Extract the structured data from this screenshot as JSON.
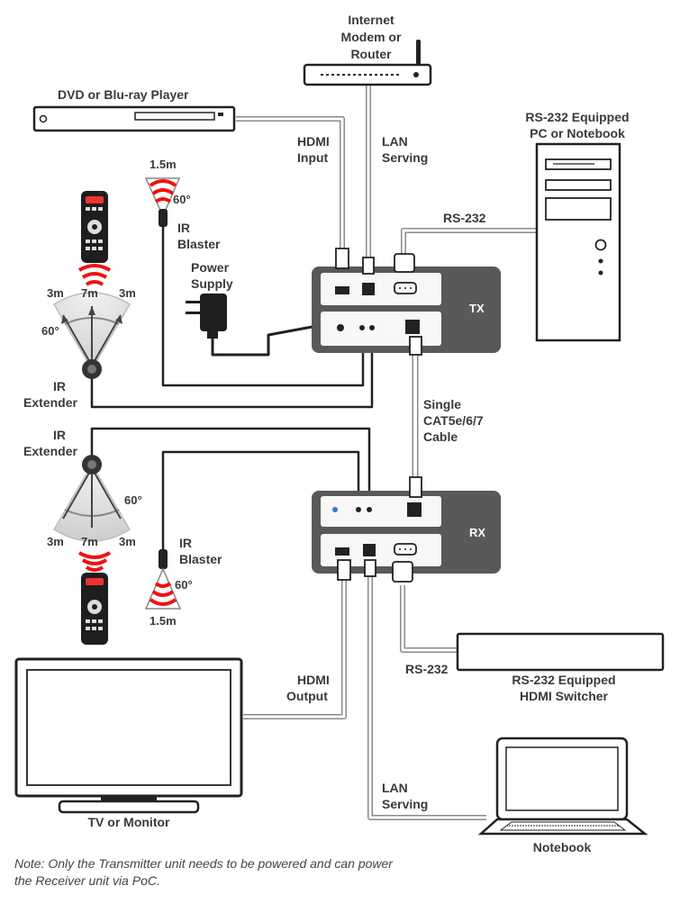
{
  "labels": {
    "modem": [
      "Internet",
      "Modem or",
      "Router"
    ],
    "dvd": "DVD or Blu-ray Player",
    "hdmi_input": [
      "HDMI",
      "Input"
    ],
    "lan_serving_top": [
      "LAN",
      "Serving"
    ],
    "pc": [
      "RS-232 Equipped",
      "PC or Notebook"
    ],
    "rs232_top": "RS-232",
    "ir_blaster_top": [
      "IR",
      "Blaster"
    ],
    "power_supply": [
      "Power",
      "Supply"
    ],
    "ir_extender_top": [
      "IR",
      "Extender"
    ],
    "tx": "TX",
    "cable": [
      "Single",
      "CAT5e/6/7",
      "Cable"
    ],
    "ir_extender_bottom": [
      "IR",
      "Extender"
    ],
    "rx": "RX",
    "ir_blaster_bottom": [
      "IR",
      "Blaster"
    ],
    "hdmi_output": [
      "HDMI",
      "Output"
    ],
    "rs232_bottom": "RS-232",
    "switcher": [
      "RS-232 Equipped",
      "HDMI Switcher"
    ],
    "tv": "TV or Monitor",
    "lan_serving_bottom": [
      "LAN",
      "Serving"
    ],
    "notebook": "Notebook"
  },
  "ranges": {
    "blaster_distance": "1.5m",
    "blaster_angle": "60°",
    "ext_left": "3m",
    "ext_mid": "7m",
    "ext_right": "3m",
    "ext_angle": "60°"
  },
  "note": "Note: Only the Transmitter unit needs to be powered and can power the Receiver unit via PoC."
}
